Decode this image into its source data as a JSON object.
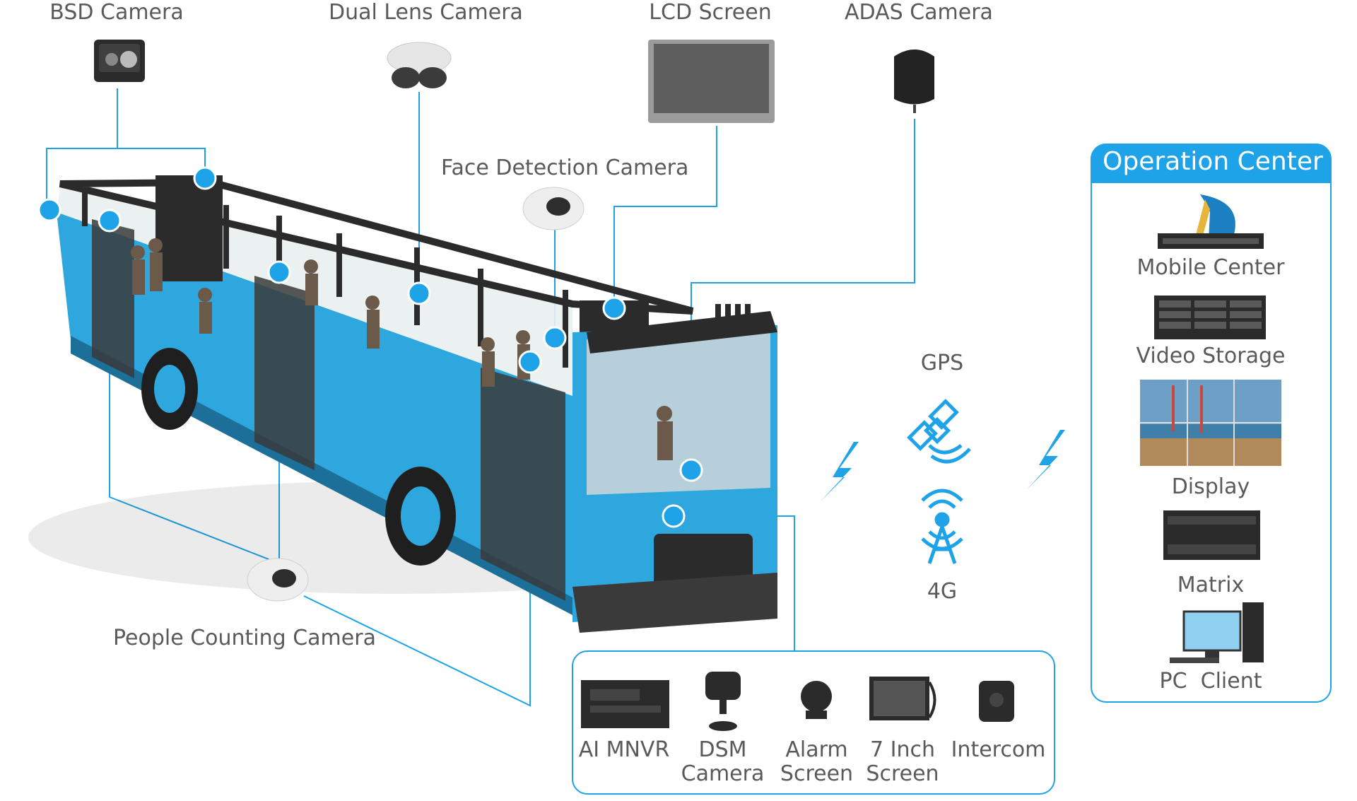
{
  "cameras": {
    "bsd": "BSD Camera",
    "dual_lens": "Dual Lens Camera",
    "lcd": "LCD Screen",
    "adas": "ADAS Camera",
    "face_detection": "Face Detection Camera",
    "people_counting": "People Counting Camera"
  },
  "network": {
    "gps": "GPS",
    "fourg": "4G"
  },
  "operation_center": {
    "title": "Operation Center",
    "items": [
      "Mobile Center",
      "Video Storage",
      "Display",
      "Matrix",
      "PC  Client"
    ]
  },
  "onboard_devices": [
    {
      "line1": "AI MNVR",
      "line2": ""
    },
    {
      "line1": "DSM",
      "line2": "Camera"
    },
    {
      "line1": "Alarm",
      "line2": "Screen"
    },
    {
      "line1": "7 Inch",
      "line2": "Screen"
    },
    {
      "line1": "Intercom",
      "line2": ""
    }
  ],
  "colors": {
    "accent": "#1ea3e8",
    "bus_body": "#2ea7df",
    "bus_frame": "#2b2b2b",
    "text": "#5a5a5a"
  }
}
